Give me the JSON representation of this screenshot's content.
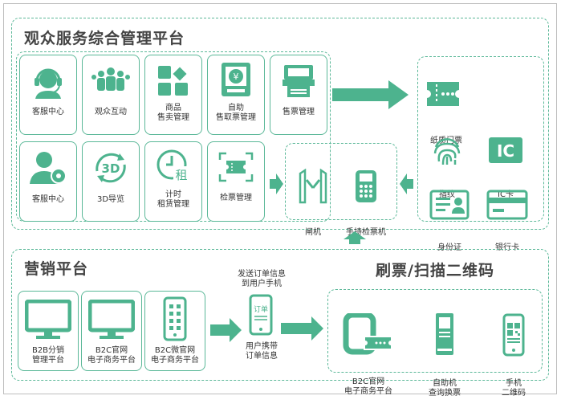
{
  "top": {
    "title": "观众服务综合管理平台",
    "row1": [
      {
        "label": "客服中心",
        "icon": "headset-agent-icon"
      },
      {
        "label": "观众互动",
        "icon": "audience-group-icon"
      },
      {
        "label": "商品\n售卖管理",
        "icon": "grid-tiles-icon"
      },
      {
        "label": "自助\n售取票管理",
        "icon": "ticket-kiosk-icon"
      },
      {
        "label": "售票管理",
        "icon": "ticket-printer-icon"
      }
    ],
    "row2": [
      {
        "label": "客服中心",
        "icon": "user-gear-icon"
      },
      {
        "label": "3D导览",
        "icon": "3d-rotate-icon"
      },
      {
        "label": "计时\n租赁管理",
        "icon": "clock-rent-icon",
        "glyph": "租"
      },
      {
        "label": "检票管理",
        "icon": "ticket-scan-icon"
      }
    ],
    "gates": [
      {
        "label": "闸机",
        "icon": "turnstile-gate-icon"
      },
      {
        "label": "手持检票机",
        "icon": "handheld-scanner-icon"
      }
    ],
    "media": [
      {
        "label": "纸质门票",
        "icon": "paper-ticket-icon"
      },
      {
        "label": "指纹",
        "icon": "fingerprint-icon"
      },
      {
        "label": "IC卡",
        "icon": "ic-card-icon",
        "glyph": "IC"
      },
      {
        "label": "身份证",
        "icon": "id-card-icon"
      },
      {
        "label": "银行卡",
        "icon": "bank-card-icon"
      }
    ]
  },
  "bottom": {
    "title": "营销平台",
    "right_title": "刷票/扫描二维码",
    "platforms": [
      {
        "label": "B2B分销\n管理平台",
        "icon": "monitor-icon"
      },
      {
        "label": "B2C官网\n电子商务平台",
        "icon": "monitor-icon"
      },
      {
        "label": "B2C微官网\n电子商务平台",
        "icon": "smartphone-grid-icon"
      }
    ],
    "send_text": "发送订单信息\n到用户手机",
    "phone_glyph": "订单",
    "phone_text": "用户携带\n订单信息",
    "scan": [
      {
        "label": "B2C官网\n电子商务平台",
        "icon": "ticket-scanner-icon"
      },
      {
        "label": "自助机\n查询换票",
        "icon": "kiosk-icon"
      },
      {
        "label": "手机\n二维码",
        "icon": "phone-qr-icon"
      }
    ]
  },
  "colors": {
    "accent": "#4db38e",
    "border": "#5bb898",
    "text": "#333333"
  }
}
